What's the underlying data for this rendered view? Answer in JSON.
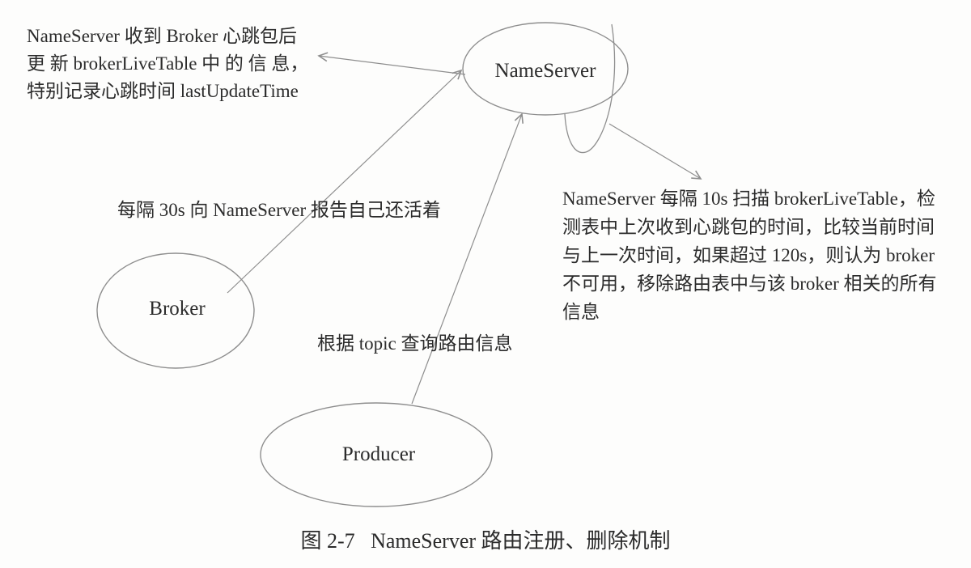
{
  "figure": {
    "caption": "图 2-7   NameServer 路由注册、删除机制"
  },
  "nodes": {
    "nameserver": {
      "label": "NameServer"
    },
    "broker": {
      "label": "Broker"
    },
    "producer": {
      "label": "Producer"
    }
  },
  "annotations": {
    "heartbeat_update": "NameServer 收到 Broker 心跳包后\n更 新 brokerLiveTable 中 的 信 息，\n特别记录心跳时间 lastUpdateTime",
    "broker_report": "每隔 30s 向 NameServer 报告自己还活着",
    "topic_query": "根据 topic 查询路由信息",
    "scan_rule": "NameServer 每隔 10s 扫描 brokerLiveTable，检\n测表中上次收到心跳包的时间，比较当前时间\n与上一次时间，如果超过 120s，则认为 broker\n不可用，移除路由表中与该 broker 相关的所有\n信息"
  },
  "colors": {
    "line": "#8e8e8e",
    "text": "#2b2b2b",
    "background": "#fdfdfc"
  }
}
